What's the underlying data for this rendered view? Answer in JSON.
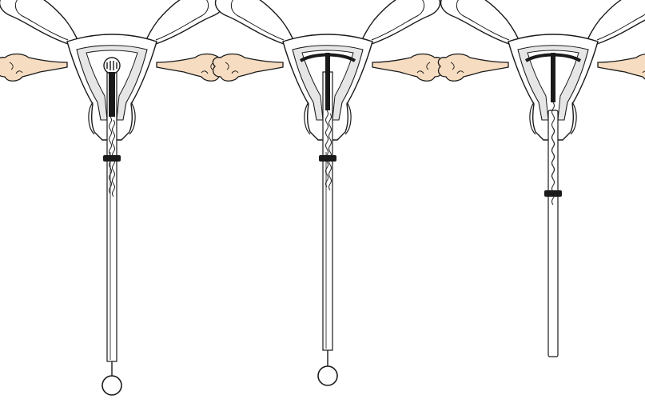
{
  "figure": {
    "panels": [
      {
        "id": "step-1",
        "device_state": "arms-folded-in-tube"
      },
      {
        "id": "step-2",
        "device_state": "arms-released"
      },
      {
        "id": "step-3",
        "device_state": "tube-withdrawn"
      }
    ],
    "colors": {
      "line": "#1a1a1a",
      "ovary_fill": "#f6dcc0",
      "uterine_wall_fill": "#e6e6e6",
      "device_fill": "#1a1a1a",
      "background": "#ffffff"
    },
    "icons": [
      "uterus-illustration",
      "ovary-shape",
      "insertion-tube",
      "iud-device",
      "thread-coil",
      "depth-flange",
      "plunger-ring"
    ]
  }
}
